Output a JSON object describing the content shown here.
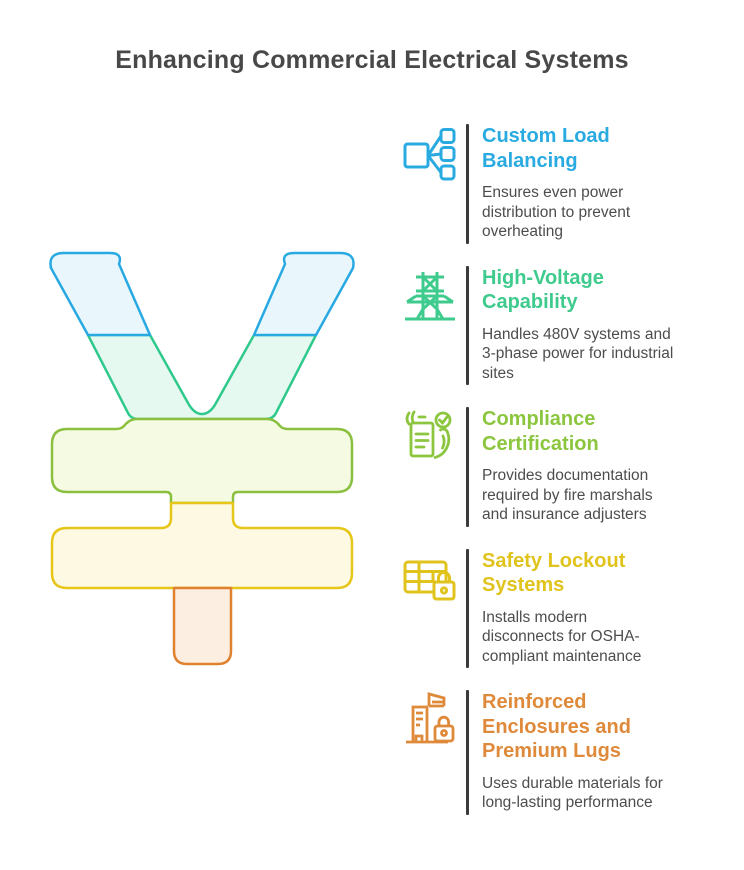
{
  "title": "Enhancing Commercial Electrical Systems",
  "divider_color": "#3a3a3a",
  "items": [
    {
      "icon": "load-balancing-icon",
      "color": "#29abe2",
      "title_lines": [
        "Custom Load",
        "Balancing"
      ],
      "desc_lines": [
        "Ensures even power",
        "distribution to prevent",
        "overheating"
      ]
    },
    {
      "icon": "transmission-tower-icon",
      "color": "#3ecb8d",
      "title_lines": [
        "High-Voltage",
        "Capability"
      ],
      "desc_lines": [
        "Handles 480V systems and",
        "3-phase power for industrial",
        "sites"
      ]
    },
    {
      "icon": "certified-document-icon",
      "color": "#8cc63f",
      "title_lines": [
        "Compliance",
        "Certification"
      ],
      "desc_lines": [
        "Provides documentation",
        "required by fire marshals",
        "and insurance adjusters"
      ]
    },
    {
      "icon": "panel-lock-icon",
      "color": "#e0c31c",
      "title_lines": [
        "Safety Lockout",
        "Systems"
      ],
      "desc_lines": [
        "Installs modern",
        "disconnects for OSHA-",
        "compliant maintenance"
      ]
    },
    {
      "icon": "building-lock-icon",
      "color": "#df8a3b",
      "title_lines": [
        "Reinforced",
        "Enclosures and",
        "Premium Lugs"
      ],
      "desc_lines": [
        "Uses durable materials for",
        "long-lasting performance"
      ]
    }
  ],
  "figure": {
    "name": "yen-symbol-segments",
    "bands": [
      {
        "label": "blue-band",
        "stroke": "#29a9e2",
        "fill": "#e9f7fd"
      },
      {
        "label": "green-band",
        "stroke": "#2fc98c",
        "fill": "#e6f9f0"
      },
      {
        "label": "lime-band",
        "stroke": "#8abf3f",
        "fill": "#f5fbe3"
      },
      {
        "label": "yellow-band",
        "stroke": "#e6c719",
        "fill": "#fdf9e2"
      },
      {
        "label": "orange-band",
        "stroke": "#e0812f",
        "fill": "#fdeee2"
      }
    ]
  }
}
